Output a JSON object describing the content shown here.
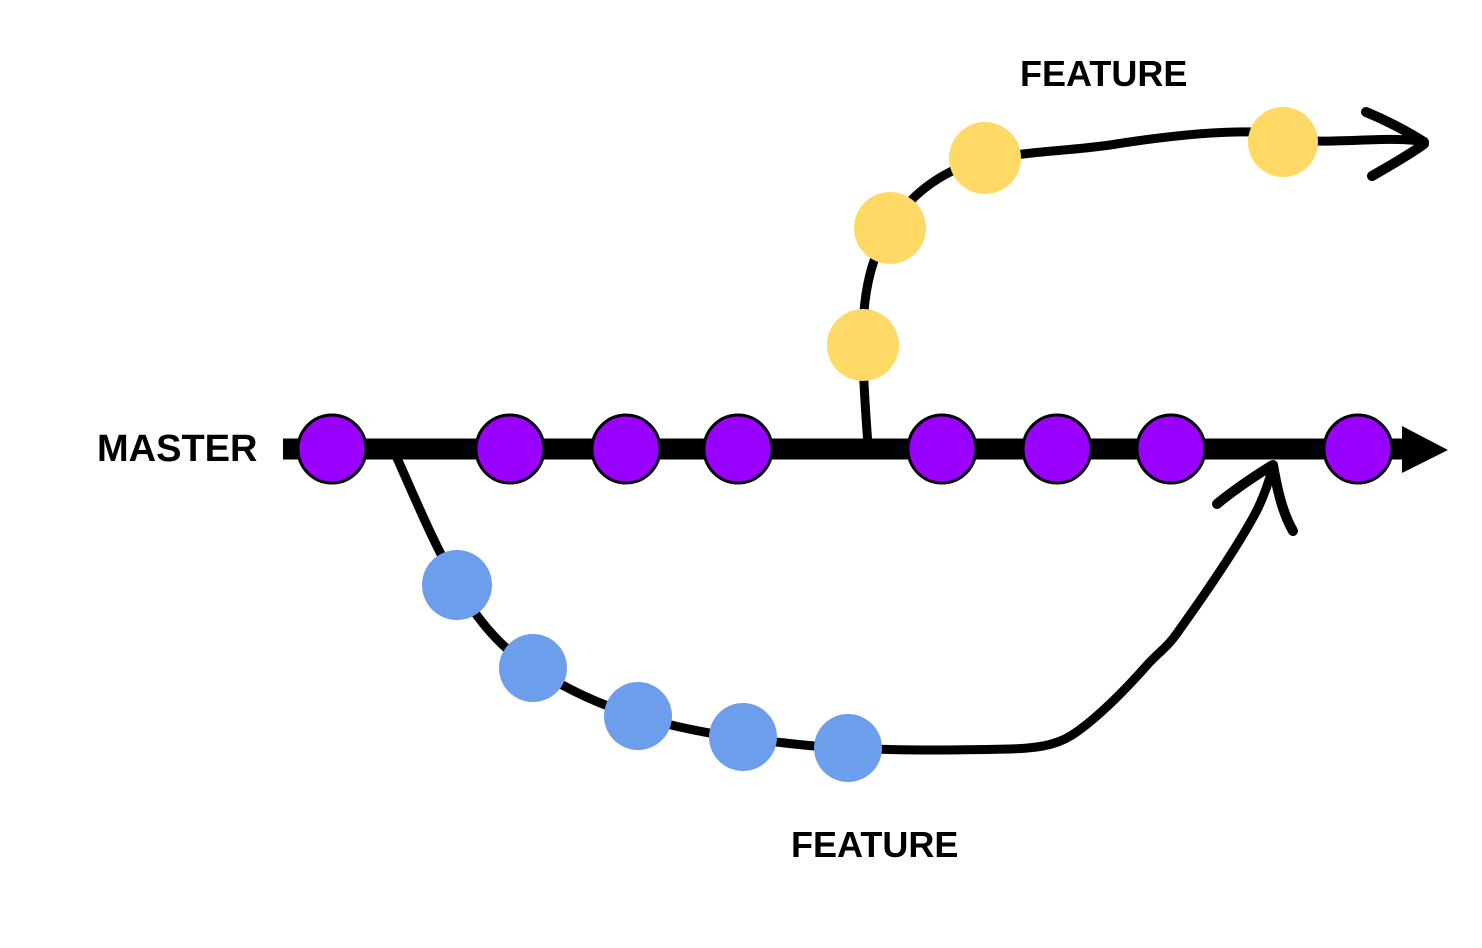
{
  "diagram": {
    "type": "git-branching-diagram",
    "labels": {
      "master": "MASTER",
      "feature_top": "FEATURE",
      "feature_bottom": "FEATURE"
    },
    "colors": {
      "background": "#ffffff",
      "line": "#000000",
      "commit_outline": "#000000",
      "master_commit": "#9900ff",
      "feature_top_commit": "#ffd966",
      "feature_bottom_commit": "#6d9eeb",
      "label_text": "#000000"
    },
    "branches": {
      "master": {
        "name": "MASTER",
        "commit_count": 8,
        "has_arrow_end": true
      },
      "feature_top": {
        "name": "FEATURE",
        "commit_count": 4,
        "merged_back": false,
        "has_arrow_end": true
      },
      "feature_bottom": {
        "name": "FEATURE",
        "commit_count": 5,
        "merged_back": true,
        "has_arrow_end": true
      }
    }
  }
}
